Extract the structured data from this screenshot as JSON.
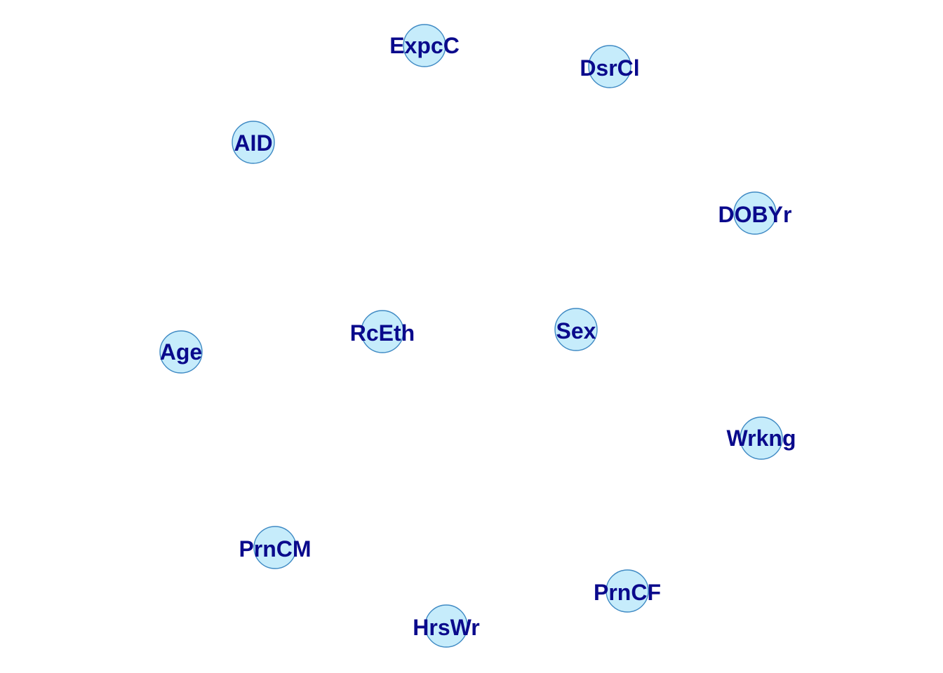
{
  "graph": {
    "nodes": [
      {
        "id": "expcc",
        "label": "ExpcC"
      },
      {
        "id": "dsrcl",
        "label": "DsrCl"
      },
      {
        "id": "aid",
        "label": "AID"
      },
      {
        "id": "dobyr",
        "label": "DOBYr"
      },
      {
        "id": "age",
        "label": "Age"
      },
      {
        "id": "rceth",
        "label": "RcEth"
      },
      {
        "id": "sex",
        "label": "Sex"
      },
      {
        "id": "wrkng",
        "label": "Wrkng"
      },
      {
        "id": "prncm",
        "label": "PrnCM"
      },
      {
        "id": "prncf",
        "label": "PrnCF"
      },
      {
        "id": "hrswr",
        "label": "HrsWr"
      }
    ],
    "edges": [],
    "colors": {
      "node_fill": "#c6ecfb",
      "node_stroke": "#3f8ac4",
      "label": "#0a0a8c"
    }
  }
}
